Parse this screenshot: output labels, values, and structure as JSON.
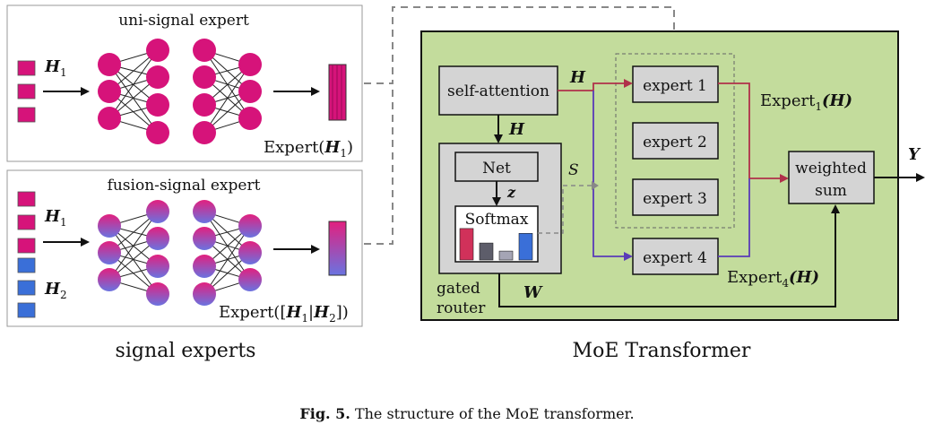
{
  "left_panel": {
    "uni_title": "uni-signal expert",
    "uni_input": "H",
    "uni_input_sub": "1",
    "uni_output": "Expert(",
    "uni_output_var": "H",
    "uni_output_sub": "1",
    "uni_output_close": ")",
    "fusion_title": "fusion-signal expert",
    "fusion_input_1": "H",
    "fusion_input_1_sub": "1",
    "fusion_input_2": "H",
    "fusion_input_2_sub": "2",
    "fusion_output": "Expert([",
    "fusion_output_var1": "H",
    "fusion_output_sub1": "1",
    "fusion_output_sep": "|",
    "fusion_output_var2": "H",
    "fusion_output_sub2": "2",
    "fusion_output_close": "])",
    "label": "signal experts"
  },
  "right_panel": {
    "self_attention": "self-attention",
    "H_top": "H",
    "H_down": "H",
    "net": "Net",
    "z": "z",
    "softmax": "Softmax",
    "S": "S",
    "gated_router_1": "gated",
    "gated_router_2": "router",
    "W": "W",
    "expert1": "expert 1",
    "expert2": "expert 2",
    "expert3": "expert 3",
    "expert4": "expert 4",
    "expert1_out": "Expert",
    "expert1_out_sub": "1",
    "expert1_out_arg": "(H)",
    "expert4_out": "Expert",
    "expert4_out_sub": "4",
    "expert4_out_arg": "(H)",
    "weighted_1": "weighted",
    "weighted_2": "sum",
    "Y": "Y",
    "label": "MoE Transformer"
  },
  "softmax_bars": [
    0.78,
    0.42,
    0.22,
    0.66
  ],
  "colors": {
    "magenta": "#d6137a",
    "blue": "#3a6fd8",
    "green_bg": "#c3dc9c",
    "box_gray": "#d4d4d4",
    "red_line": "#b0304a",
    "purple_line": "#5a3bb8",
    "dashed_gray": "#888888"
  },
  "caption": {
    "fig": "Fig. 5.",
    "text": "The structure of the MoE transformer."
  }
}
